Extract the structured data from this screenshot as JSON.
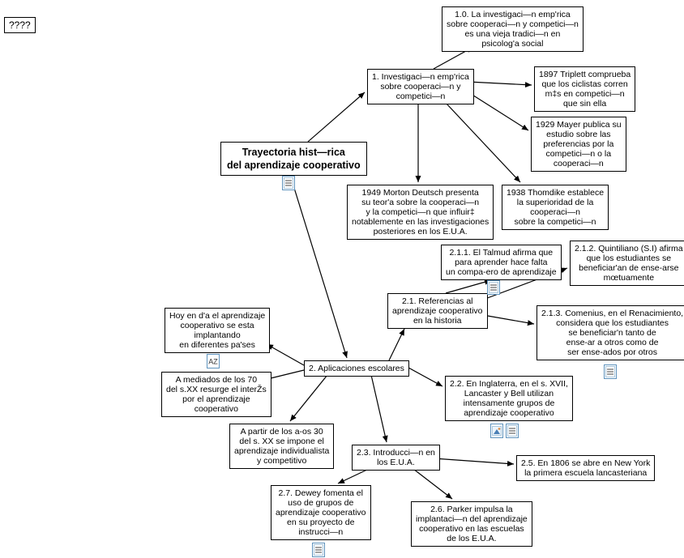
{
  "map": {
    "nodes": {
      "unknown": {
        "text": "????"
      },
      "title": {
        "text": "Trayectoria hist—rica\ndel aprendizaje cooperativo"
      },
      "n1": {
        "text": "1. Investigaci—n emp'rica\nsobre cooperaci—n y\ncompetici—n"
      },
      "n1_0": {
        "text": "1.0. La investigaci—n emp'rica\nsobre cooperaci—n y competici—n\nes una vieja tradici—n en\npsicolog'a social"
      },
      "n1897": {
        "text": "1897 Triplett comprueba\nque los ciclistas corren\nm‡s en competici—n\nque sin ella"
      },
      "n1929": {
        "text": "1929 Mayer publica su\nestudio sobre las\npreferencias por la\ncompetici—n o la\ncooperaci—n"
      },
      "n1949": {
        "text": "1949 Morton Deutsch presenta\nsu teor'a sobre la cooperaci—n\ny la competici—n que influir‡\nnotablemente en las investigaciones\nposteriores en los E.U.A."
      },
      "n1938": {
        "text": "1938 Thomdike establece\nla superioridad de la\ncooperaci—n\nsobre la competici—n"
      },
      "n2": {
        "text": "2. Aplicaciones escolares"
      },
      "n2_1": {
        "text": "2.1. Referencias al\naprendizaje cooperativo\nen la historia"
      },
      "n2_1_1": {
        "text": "2.1.1. El Talmud afirma que\npara aprender hace falta\nun compa-ero de aprendizaje"
      },
      "n2_1_2": {
        "text": "2.1.2. Quintiliano (S.I) afirma\nque los estudiantes se\nbeneficiar'an de ense-arse\nmœtuamente"
      },
      "n2_1_3": {
        "text": "2.1.3. Comenius, en el Renacimiento,\nconsidera que los estudiantes\nse beneficiar'n tanto de\nense-ar a otros como de\nser ense-ados por otros"
      },
      "hoy": {
        "text": "Hoy en d'a el aprendizaje\ncooperativo se esta\nimplantando\nen diferentes pa'ses"
      },
      "mediados": {
        "text": "A mediados de los 70\ndel s.XX resurge el interŽs\npor el aprendizaje\ncooperativo"
      },
      "apartir": {
        "text": "A partir de los a-os 30\ndel s. XX se impone el\naprendizaje individualista\ny competitivo"
      },
      "n2_2": {
        "text": "2.2. En Inglaterra, en el s. XVII,\nLancaster y Bell utilizan\nintensamente grupos de\naprendizaje cooperativo"
      },
      "n2_3": {
        "text": "2.3. Introducci—n en\nlos E.U.A."
      },
      "n2_5": {
        "text": "2.5. En 1806 se abre en New York\nla primera escuela lancasteriana"
      },
      "n2_6": {
        "text": "2.6. Parker impulsa la\nimplantaci—n del aprendizaje\ncooperativo en las escuelas\nde los E.U.A."
      },
      "n2_7": {
        "text": "2.7. Dewey fomenta el\nuso de grupos de\naprendizaje cooperativo\nen su proyecto de\ninstrucci—n"
      }
    },
    "icons": {
      "document_icon": "small page with text lines",
      "image_icon": "small picture with mountain",
      "text_icon": "A"
    },
    "colors": {
      "node_border": "#000000",
      "node_background": "#ffffff",
      "arrow": "#000000",
      "icon_border": "#5f93bd"
    }
  }
}
